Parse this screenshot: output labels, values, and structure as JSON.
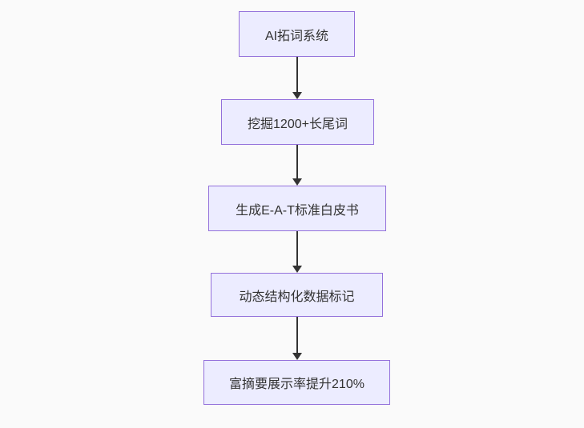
{
  "diagram": {
    "type": "flowchart",
    "direction": "top-down",
    "nodes": [
      {
        "id": "n1",
        "label": "AI拓词系统"
      },
      {
        "id": "n2",
        "label": "挖掘1200+长尾词"
      },
      {
        "id": "n3",
        "label": "生成E-A-T标准白皮书"
      },
      {
        "id": "n4",
        "label": "动态结构化数据标记"
      },
      {
        "id": "n5",
        "label": "富摘要展示率提升210%"
      }
    ],
    "edges": [
      {
        "from": "n1",
        "to": "n2"
      },
      {
        "from": "n2",
        "to": "n3"
      },
      {
        "from": "n3",
        "to": "n4"
      },
      {
        "from": "n4",
        "to": "n5"
      }
    ],
    "colors": {
      "background": "#fafafa",
      "node_fill": "#ececff",
      "node_border": "#9370db",
      "arrow": "#333333",
      "text": "#333333"
    }
  }
}
